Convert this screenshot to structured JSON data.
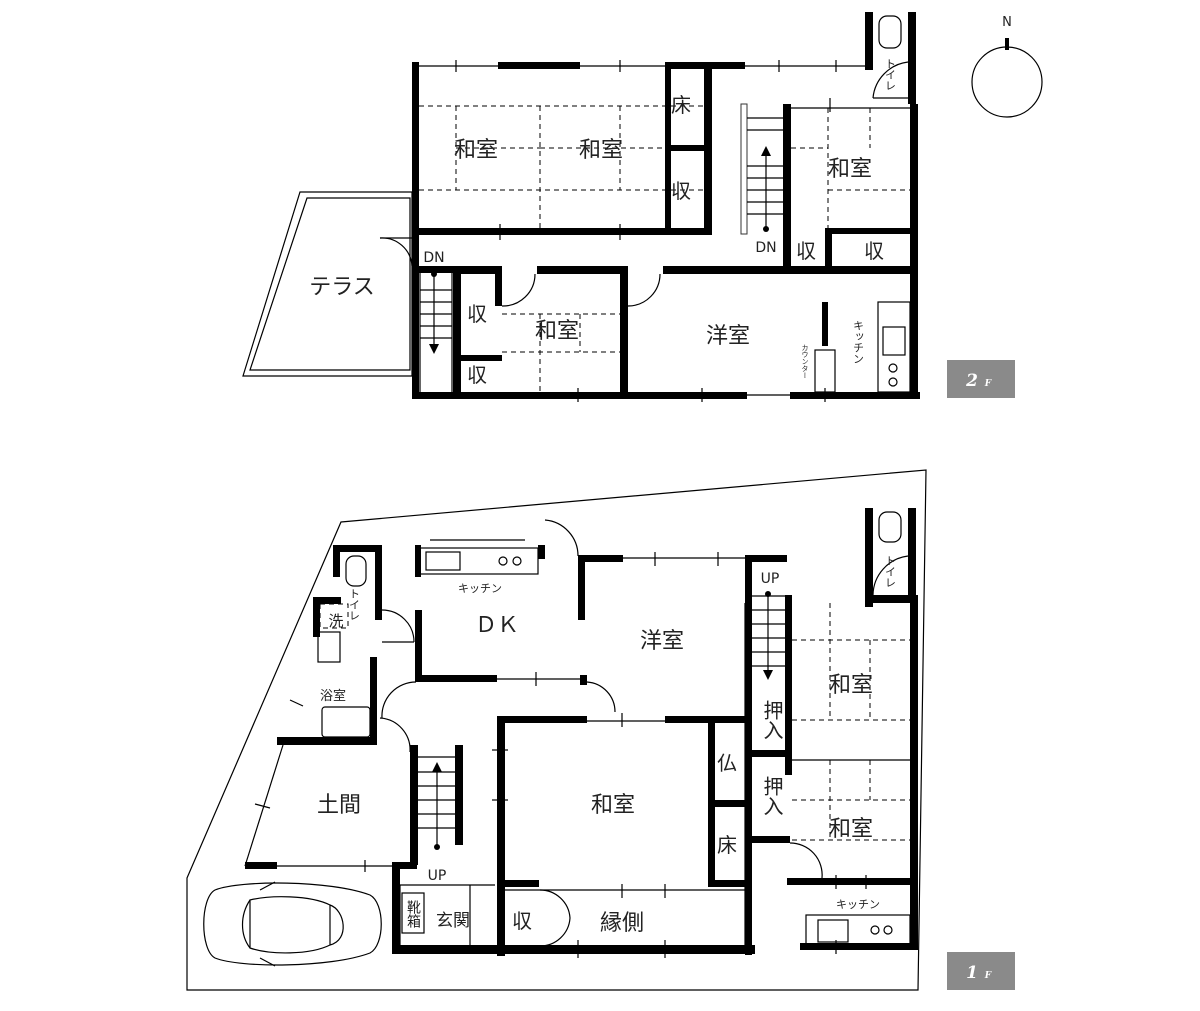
{
  "floor2": {
    "badge_num": "2",
    "badge_unit": "F",
    "rooms": {
      "washitsu_a": "和室",
      "washitsu_b": "和室",
      "washitsu_c": "和室",
      "washitsu_d": "和室",
      "yoshitsu": "洋室",
      "terrace": "テラス",
      "toko": "床",
      "shu_a": "収",
      "shu_b": "収",
      "shu_c": "収",
      "shu_d": "収",
      "shu_e": "収"
    },
    "kitchen": "キッチン",
    "counter": "カウンター",
    "toilet": "トイレ",
    "stair_dn_left": "DN",
    "stair_dn_right": "DN"
  },
  "floor1": {
    "badge_num": "1",
    "badge_unit": "F",
    "rooms": {
      "dk": "ＤＫ",
      "yoshitsu": "洋室",
      "washitsu_main": "和室",
      "washitsu_r1": "和室",
      "washitsu_r2": "和室",
      "doma": "土間",
      "engawa": "縁側",
      "genkan": "玄関",
      "bathroom": "浴室",
      "wash": "洗",
      "shoe_box": "靴箱",
      "butsu": "仏",
      "toko": "床",
      "oshiire_a": "押入",
      "oshiire_b": "押入",
      "shu": "収"
    },
    "kitchen_top": "キッチン",
    "kitchen_right": "キッチン",
    "toilet_left": "トイレ",
    "toilet_right": "トイレ",
    "stair_up_left": "UP",
    "stair_up_right": "UP"
  },
  "compass": {
    "north": "N"
  },
  "colors": {
    "badge_bg": "#8a8a8a",
    "wall": "#000000"
  }
}
